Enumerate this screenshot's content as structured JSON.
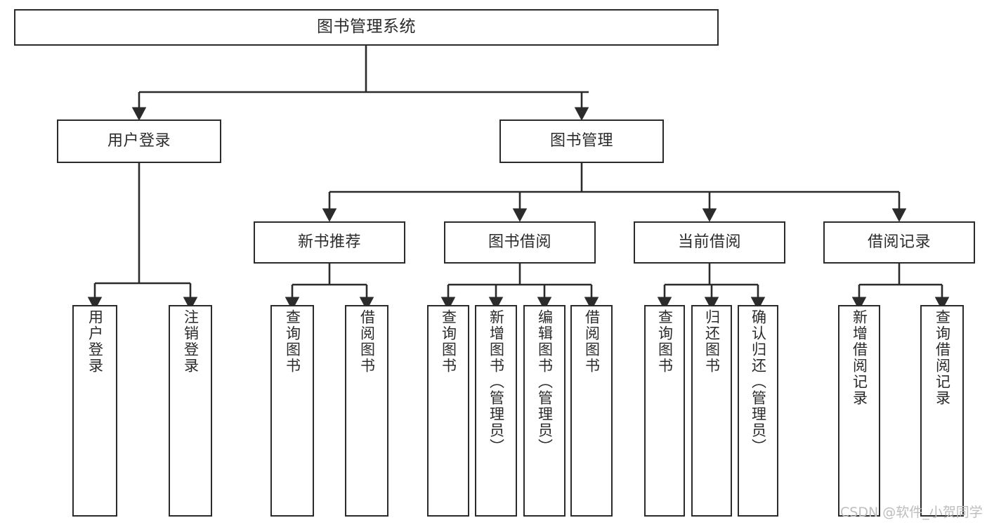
{
  "diagram": {
    "type": "tree",
    "title": "图书管理系统",
    "watermark": "CSDN @软件_小贺同学",
    "colors": {
      "stroke": "#2b2b2b",
      "fill": "#ffffff",
      "watermark": "#bdbdbd"
    },
    "nodes": {
      "root": "图书管理系统",
      "level2": {
        "user_login": "用户登录",
        "book_manage": "图书管理"
      },
      "level3": {
        "new_book_rec": "新书推荐",
        "book_borrow": "图书借阅",
        "current_borrow": "当前借阅",
        "borrow_record": "借阅记录"
      },
      "leaves": {
        "user_login_1": "用户登录",
        "user_login_2": "注销登录",
        "new_book_rec_1": "查询图书",
        "new_book_rec_2": "借阅图书",
        "book_borrow_1": "查询图书",
        "book_borrow_2": "新增图书（管理员）",
        "book_borrow_3": "编辑图书（管理员）",
        "book_borrow_4": "借阅图书",
        "current_borrow_1": "查询图书",
        "current_borrow_2": "归还图书",
        "current_borrow_3": "确认归还（管理员）",
        "borrow_record_1": "新增借阅记录",
        "borrow_record_2": "查询借阅记录"
      }
    },
    "edges": [
      {
        "from": "root",
        "to": "user_login"
      },
      {
        "from": "root",
        "to": "book_manage"
      },
      {
        "from": "user_login",
        "to": "user_login_1"
      },
      {
        "from": "user_login",
        "to": "user_login_2"
      },
      {
        "from": "book_manage",
        "to": "new_book_rec"
      },
      {
        "from": "book_manage",
        "to": "book_borrow"
      },
      {
        "from": "book_manage",
        "to": "current_borrow"
      },
      {
        "from": "book_manage",
        "to": "borrow_record"
      },
      {
        "from": "new_book_rec",
        "to": "new_book_rec_1"
      },
      {
        "from": "new_book_rec",
        "to": "new_book_rec_2"
      },
      {
        "from": "book_borrow",
        "to": "book_borrow_1"
      },
      {
        "from": "book_borrow",
        "to": "book_borrow_2"
      },
      {
        "from": "book_borrow",
        "to": "book_borrow_3"
      },
      {
        "from": "book_borrow",
        "to": "book_borrow_4"
      },
      {
        "from": "current_borrow",
        "to": "current_borrow_1"
      },
      {
        "from": "current_borrow",
        "to": "current_borrow_2"
      },
      {
        "from": "current_borrow",
        "to": "current_borrow_3"
      },
      {
        "from": "borrow_record",
        "to": "borrow_record_1"
      },
      {
        "from": "borrow_record",
        "to": "borrow_record_2"
      }
    ]
  }
}
